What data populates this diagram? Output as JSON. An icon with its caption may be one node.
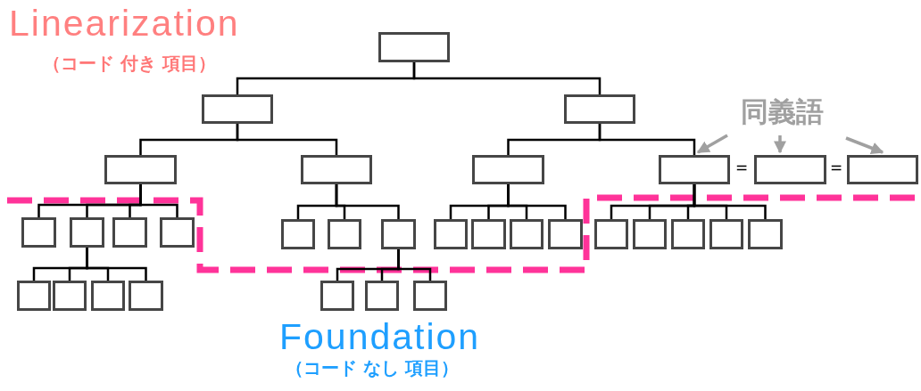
{
  "diagram": {
    "nodes": [
      {
        "text": [],
        "shape": "box"
      },
      {
        "text": [],
        "shape": "box"
      },
      {
        "text": [],
        "shape": "box"
      },
      {
        "text": [
          "同義語"
        ]
      },
      {
        "text": [],
        "shape": "box"
      },
      {
        "text": [],
        "shape": "box"
      },
      {
        "text": [],
        "shape": "box"
      },
      {
        "text": [],
        "shape": "box"
      },
      {
        "text": [],
        "shape": "box"
      },
      {
        "text": [],
        "shape": "box"
      },
      {
        "text": [],
        "shape": "box"
      },
      {
        "text": [],
        "shape": "box"
      },
      {
        "text": [],
        "shape": "box"
      },
      {
        "text": [],
        "shape": "box"
      },
      {
        "text": [],
        "shape": "box"
      },
      {
        "text": [],
        "shape": "box"
      },
      {
        "text": [],
        "shape": "box"
      },
      {
        "text": [],
        "shape": "box"
      },
      {
        "text": [],
        "shape": "box"
      },
      {
        "text": [],
        "shape": "box"
      },
      {
        "text": [],
        "shape": "box"
      },
      {
        "text": [],
        "shape": "box"
      },
      {
        "text": [],
        "shape": "box"
      },
      {
        "text": [],
        "shape": "box"
      },
      {
        "text": [],
        "shape": "box"
      },
      {
        "text": [],
        "shape": "box"
      },
      {
        "text": [],
        "shape": "box"
      },
      {
        "text": [],
        "shape": "box"
      },
      {
        "text": [],
        "shape": "box"
      },
      {
        "text": [],
        "shape": "box"
      },
      {
        "text": [],
        "shape": "box"
      },
      {
        "text": [],
        "shape": "box"
      },
      {
        "text": [],
        "shape": "box"
      }
    ],
    "edges": [
      {
        "from": 0,
        "to": 1,
        "arrow": "none"
      },
      {
        "from": 0,
        "to": 2,
        "arrow": "none"
      },
      {
        "from": 1,
        "to": 4,
        "arrow": "none"
      },
      {
        "from": 1,
        "to": 5,
        "arrow": "none"
      },
      {
        "from": 2,
        "to": 6,
        "arrow": "none"
      },
      {
        "from": 2,
        "to": 7,
        "arrow": "none"
      },
      {
        "from": 4,
        "to": 10,
        "arrow": "none"
      },
      {
        "from": 4,
        "to": 11,
        "arrow": "none"
      },
      {
        "from": 4,
        "to": 12,
        "arrow": "none"
      },
      {
        "from": 4,
        "to": 13,
        "arrow": "none"
      },
      {
        "from": 5,
        "to": 14,
        "arrow": "none"
      },
      {
        "from": 5,
        "to": 15,
        "arrow": "none"
      },
      {
        "from": 5,
        "to": 16,
        "arrow": "none"
      },
      {
        "from": 6,
        "to": 17,
        "arrow": "none"
      },
      {
        "from": 6,
        "to": 18,
        "arrow": "none"
      },
      {
        "from": 6,
        "to": 19,
        "arrow": "none"
      },
      {
        "from": 6,
        "to": 20,
        "arrow": "none"
      },
      {
        "from": 7,
        "to": 21,
        "arrow": "none"
      },
      {
        "from": 7,
        "to": 22,
        "arrow": "none"
      },
      {
        "from": 7,
        "to": 23,
        "arrow": "none"
      },
      {
        "from": 7,
        "to": 24,
        "arrow": "none"
      },
      {
        "from": 7,
        "to": 25,
        "arrow": "none"
      },
      {
        "from": 11,
        "to": 26,
        "arrow": "none"
      },
      {
        "from": 11,
        "to": 27,
        "arrow": "none"
      },
      {
        "from": 11,
        "to": 28,
        "arrow": "none"
      },
      {
        "from": 11,
        "to": 29,
        "arrow": "none"
      },
      {
        "from": 16,
        "to": 30,
        "arrow": "none"
      },
      {
        "from": 16,
        "to": 31,
        "arrow": "none"
      },
      {
        "from": 16,
        "to": 32,
        "arrow": "none"
      },
      {
        "from": 3,
        "to": 7,
        "arrow": "to",
        "color": "#a0a0a0"
      },
      {
        "from": 3,
        "to": 8,
        "arrow": "to",
        "color": "#a0a0a0"
      },
      {
        "from": 3,
        "to": 9,
        "arrow": "to",
        "color": "#a0a0a0"
      }
    ],
    "labels": [
      "Linearization",
      "（コード 付き 項目）",
      "=",
      "=",
      "Foundation",
      "（コード なし 項目）"
    ]
  }
}
